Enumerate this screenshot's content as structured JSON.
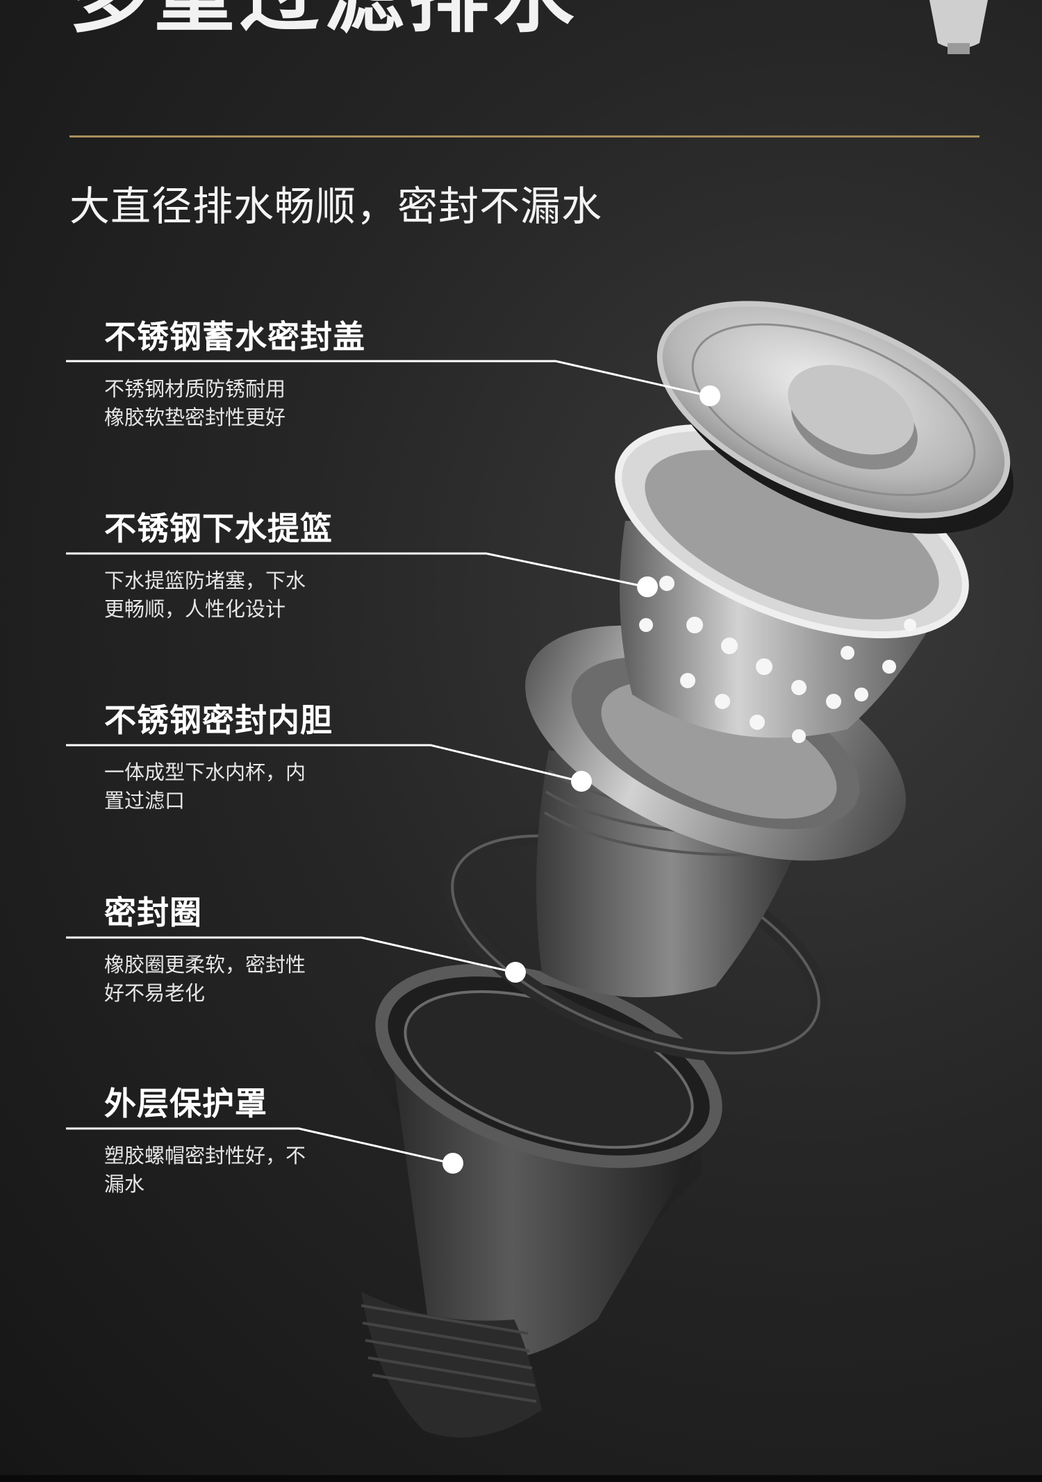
{
  "header": {
    "headline": "多重过滤排水",
    "subtitle": "大直径排水畅顺，密封不漏水"
  },
  "colors": {
    "background": "#262626",
    "accent_rule": "#a98f5c",
    "text": "#ffffff"
  },
  "callouts": [
    {
      "title": "不锈钢蓄水密封盖",
      "desc": [
        "不锈钢材质防锈耐用",
        "橡胶软垫密封性更好"
      ]
    },
    {
      "title": "不锈钢下水提篮",
      "desc": [
        "下水提篮防堵塞，下水",
        "更畅顺，人性化设计"
      ]
    },
    {
      "title": "不锈钢密封内胆",
      "desc": [
        "一体成型下水内杯，内",
        "置过滤口"
      ]
    },
    {
      "title": "密封圈",
      "desc": [
        "橡胶圈更柔软，密封性",
        "好不易老化"
      ]
    },
    {
      "title": "外层保护罩",
      "desc": [
        "塑胶螺帽密封性好，不",
        "漏水"
      ]
    }
  ]
}
